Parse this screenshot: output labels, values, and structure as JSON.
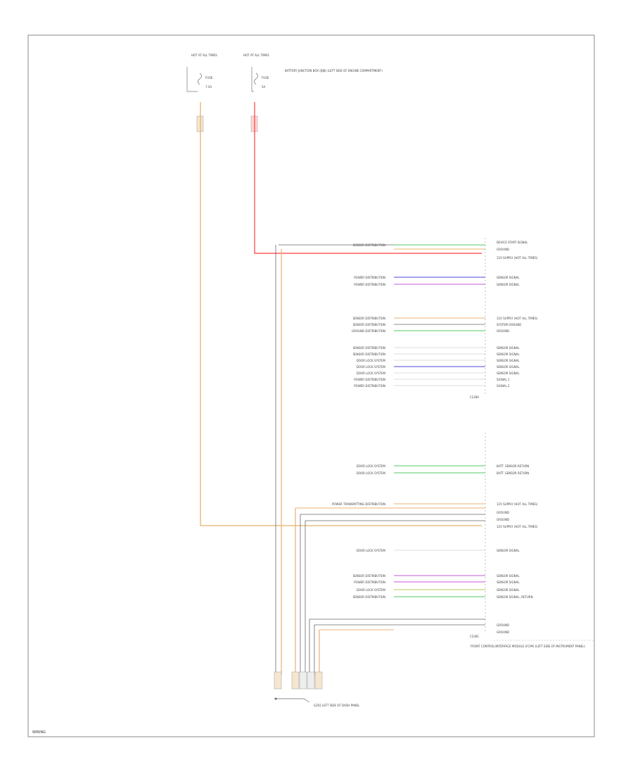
{
  "fuses": {
    "left": {
      "label": "HOT AT ALL TIMES",
      "fuse": "FUSE",
      "amps": "7.5A"
    },
    "right": {
      "label": "HOT AT ALL TIMES",
      "fuse": "FUSE",
      "amps": "5A",
      "note": "BATTERY JUNCTION BOX (BJB) (LEFT SIDE OF ENGINE COMPARTMENT)"
    }
  },
  "module": {
    "name": "FRONT CONTROL/INTERFACE MODULE (FCIM) (LEFT SIDE OF INSTRUMENT PANEL)",
    "connector_top": "C2280",
    "connector_bottom": "C2281"
  },
  "ground": {
    "label": "G202 LEFT SIDE OF DASH PANEL"
  },
  "page_footer": "WIRING",
  "colors": {
    "orange": "#e8b070",
    "red": "#ff3b3b",
    "gray": "#666666",
    "green": "#55c860",
    "blue": "#4a4ad8",
    "violet": "#c45ad8",
    "yellow_green": "#b8c860",
    "frame": "#888888"
  }
}
